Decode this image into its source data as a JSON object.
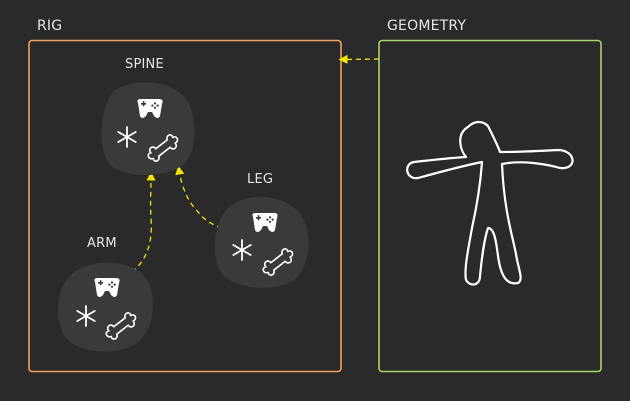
{
  "colors": {
    "background": "#2a2a2a",
    "rig_border": "#f0a060",
    "geometry_border": "#a8d468",
    "arrow": "#f2e600",
    "node_fill": "#3a3a3a",
    "text": "#e6e6e6",
    "icon": "#ffffff"
  },
  "groups": {
    "rig": {
      "label": "RIG"
    },
    "geometry": {
      "label": "GEOMETRY"
    }
  },
  "nodes": {
    "spine": {
      "label": "SPINE",
      "icons": [
        "gamepad-icon",
        "asterisk-icon",
        "bone-icon"
      ]
    },
    "leg": {
      "label": "LEG",
      "icons": [
        "gamepad-icon",
        "asterisk-icon",
        "bone-icon"
      ]
    },
    "arm": {
      "label": "ARM",
      "icons": [
        "gamepad-icon",
        "asterisk-icon",
        "bone-icon"
      ]
    }
  },
  "figure_icon": "human-silhouette-icon",
  "edges": [
    {
      "from": "geometry",
      "to": "rig",
      "style": "dashed"
    },
    {
      "from": "arm",
      "to": "spine",
      "style": "dashed"
    },
    {
      "from": "leg",
      "to": "spine",
      "style": "dashed"
    }
  ]
}
